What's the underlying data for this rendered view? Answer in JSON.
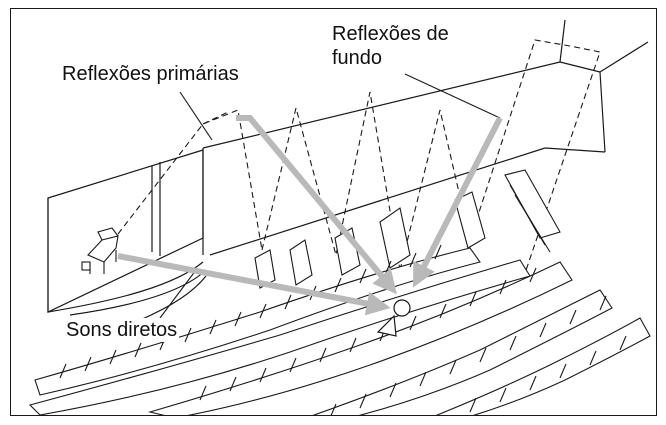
{
  "labels": {
    "primary_reflections": "Reflexões primárias",
    "background_reflections_line1": "Reflexões de",
    "background_reflections_line2": "fundo",
    "direct_sounds": "Sons diretos"
  },
  "colors": {
    "outline": "#1a1a1a",
    "arrow": "#b9b9b9",
    "background": "#ffffff"
  }
}
